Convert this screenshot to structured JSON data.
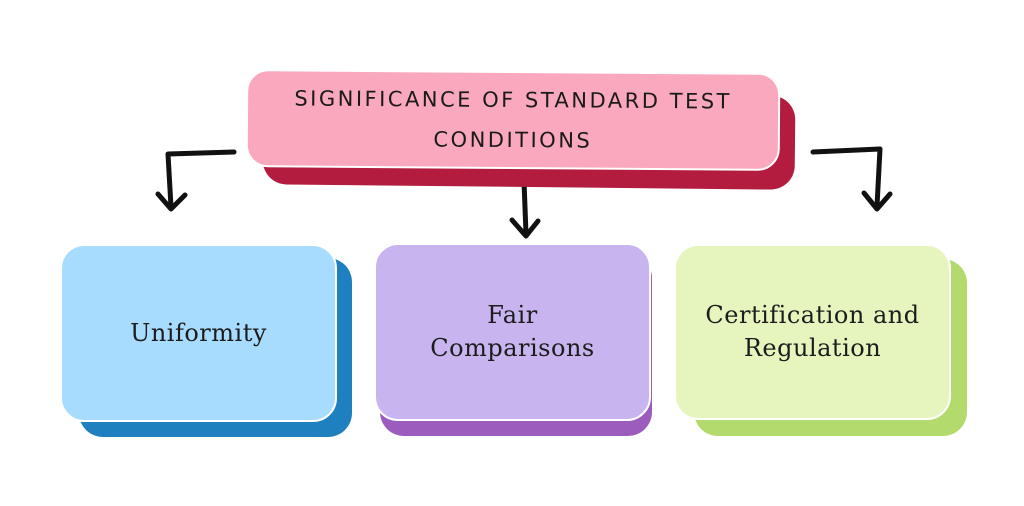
{
  "title": "SIGNIFICANCE OF STANDARD TEST CONDITIONS",
  "cards": [
    {
      "label": "Uniformity"
    },
    {
      "label": "Fair Comparisons"
    },
    {
      "label": "Certification and Regulation"
    }
  ],
  "colors": {
    "title_fill": "#f9a8bd",
    "title_shadow": "#b31b3f",
    "blue_fill": "#a8dcff",
    "blue_shadow": "#1f80bf",
    "purple_fill": "#c8b4ee",
    "purple_shadow": "#9b5cbd",
    "green_fill": "#e6f5bd",
    "green_shadow": "#b3da6c",
    "arrow": "#111111"
  }
}
